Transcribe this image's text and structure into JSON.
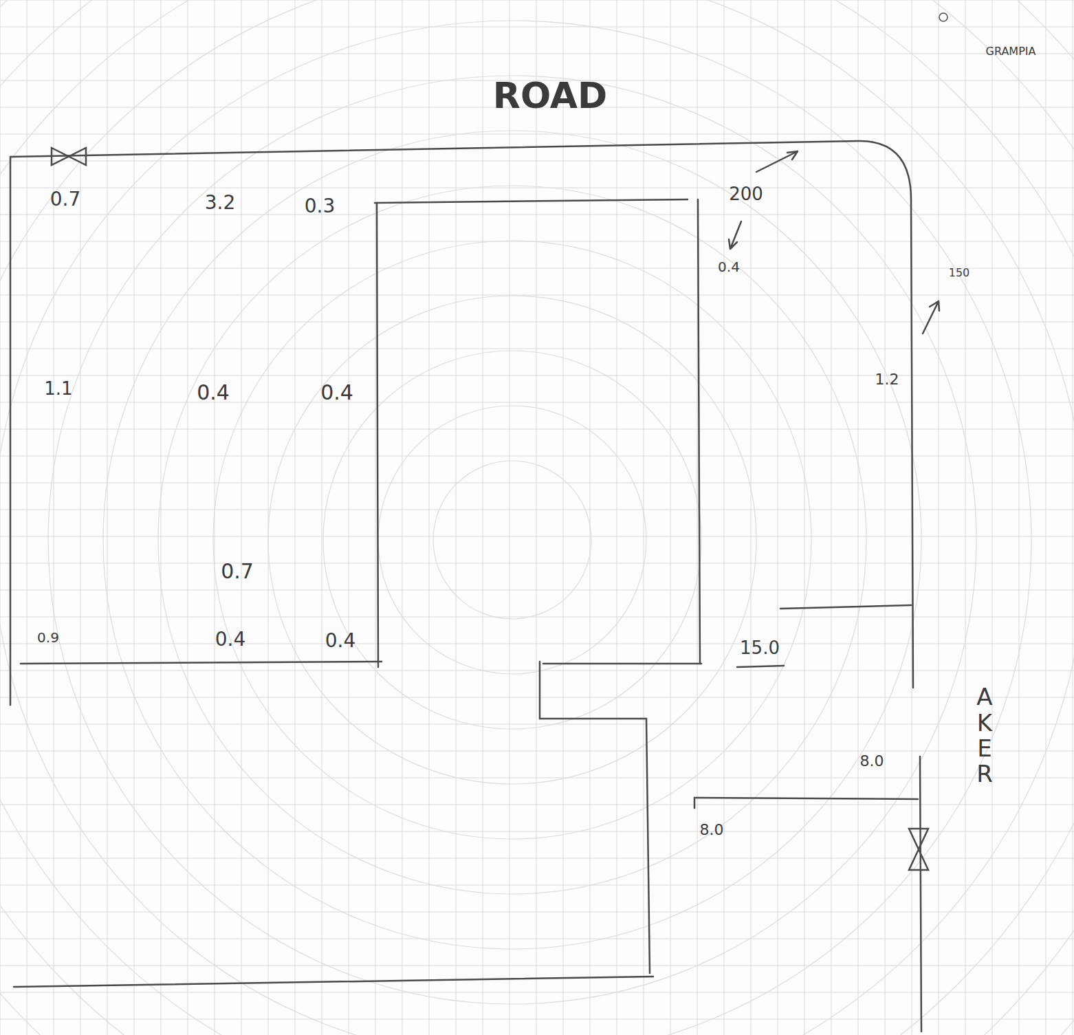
{
  "diagram": {
    "labels": [
      "ROAD",
      "GRAMPIA",
      "0.7",
      "3.2",
      "0.3",
      "200",
      "0.4",
      "150",
      "1.1",
      "0.4",
      "0.4",
      "1.2",
      "0.7",
      "0.9",
      "0.4",
      "0.4",
      "15.0",
      "8.0",
      "8.0",
      "AKER"
    ]
  }
}
